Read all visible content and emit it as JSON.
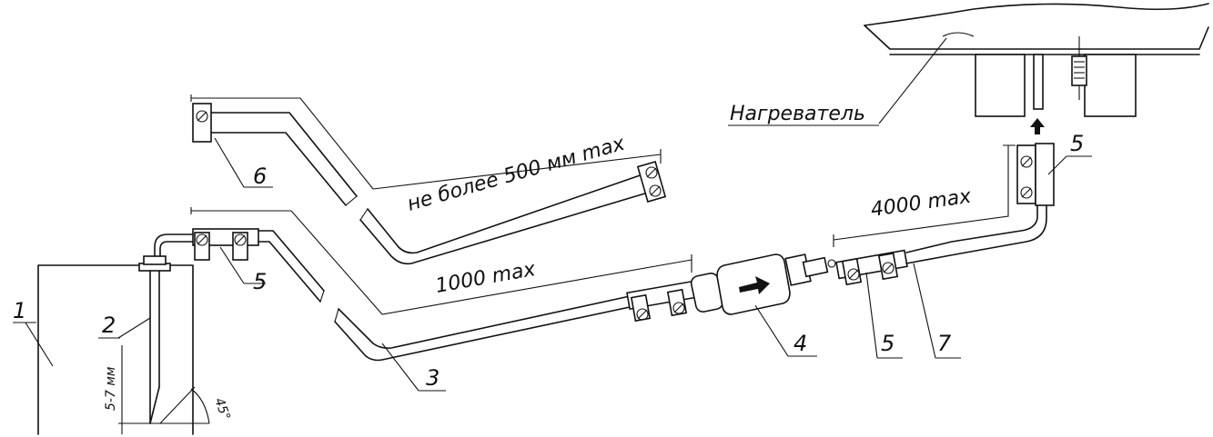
{
  "labels": {
    "part_1": "1",
    "part_2": "2",
    "part_3": "3",
    "part_4": "4",
    "part_5_left": "5",
    "part_5_mid": "5",
    "part_5_right": "5",
    "part_6": "6",
    "part_7": "7"
  },
  "dimensions": {
    "max_1000": "1000 max",
    "max_4000": "4000 max",
    "max_500": "не более 500 мм max",
    "depth": "5-7 мм",
    "angle": "45°"
  },
  "heater_label": "Нагреватель"
}
